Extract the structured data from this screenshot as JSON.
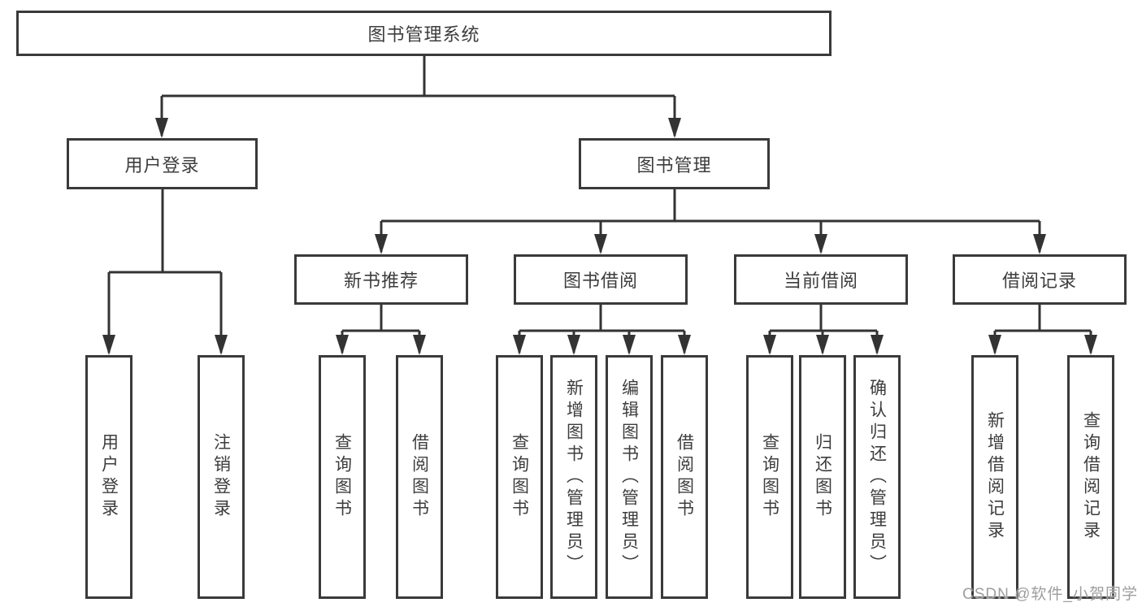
{
  "tree": {
    "label": "图书管理系统",
    "children": [
      {
        "label": "用户登录",
        "children": [
          {
            "label": "用户登录"
          },
          {
            "label": "注销登录"
          }
        ]
      },
      {
        "label": "图书管理",
        "children": [
          {
            "label": "新书推荐",
            "children": [
              {
                "label": "查询图书"
              },
              {
                "label": "借阅图书"
              }
            ]
          },
          {
            "label": "图书借阅",
            "children": [
              {
                "label": "查询图书"
              },
              {
                "label": "新增图书（管理员）"
              },
              {
                "label": "编辑图书（管理员）"
              },
              {
                "label": "借阅图书"
              }
            ]
          },
          {
            "label": "当前借阅",
            "children": [
              {
                "label": "查询图书"
              },
              {
                "label": "归还图书"
              },
              {
                "label": "确认归还（管理员）"
              }
            ]
          },
          {
            "label": "借阅记录",
            "children": [
              {
                "label": "新增借阅记录"
              },
              {
                "label": "查询借阅记录"
              }
            ]
          }
        ]
      }
    ]
  },
  "watermark": {
    "text": "CSDN @软件_小贺同学"
  },
  "colors": {
    "line": "#333333",
    "box_border": "#3a3a3a",
    "text": "#3d3d3d",
    "watermark": "#9e9e9e",
    "background": "#ffffff"
  }
}
